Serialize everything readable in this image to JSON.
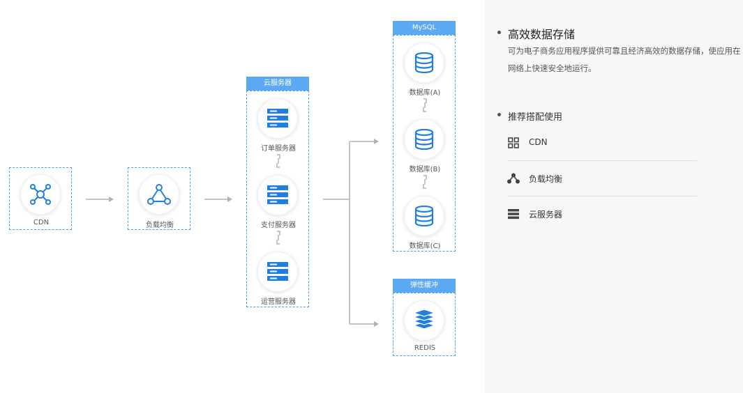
{
  "diagram": {
    "cdn": {
      "label": "CDN",
      "icon": "cdn-network-icon"
    },
    "lb": {
      "label": "负载均衡",
      "icon": "load-balancer-icon"
    },
    "cloud_group": {
      "title": "云服务器",
      "servers": [
        {
          "label": "订单服务器",
          "icon": "server-icon"
        },
        {
          "label": "支付服务器",
          "icon": "server-icon"
        },
        {
          "label": "运营服务器",
          "icon": "server-icon"
        }
      ]
    },
    "mysql_group": {
      "title": "MySQL",
      "dbs": [
        {
          "label": "数据库(A)",
          "icon": "database-icon"
        },
        {
          "label": "数据库(B)",
          "icon": "database-icon"
        },
        {
          "label": "数据库(C)",
          "icon": "database-icon"
        }
      ]
    },
    "cache_group": {
      "title": "弹性缓冲",
      "item": {
        "label": "REDIS",
        "icon": "redis-layers-icon"
      }
    },
    "colors": {
      "accent": "#4a9fe8",
      "header": "#5aa9f2",
      "arrow": "#a9b3be",
      "icon": "#1f7fe0"
    }
  },
  "panel": {
    "title": "高效数据存储",
    "description": "可为电子商务应用程序提供可靠且经济高效的数据存储，使应用在网络上快速安全地运行。",
    "recommend_title": "推荐搭配使用",
    "recommend": [
      {
        "label": "CDN",
        "icon": "grid-icon"
      },
      {
        "label": "负载均衡",
        "icon": "nodes-icon"
      },
      {
        "label": "云服务器",
        "icon": "server-stack-icon"
      }
    ]
  }
}
